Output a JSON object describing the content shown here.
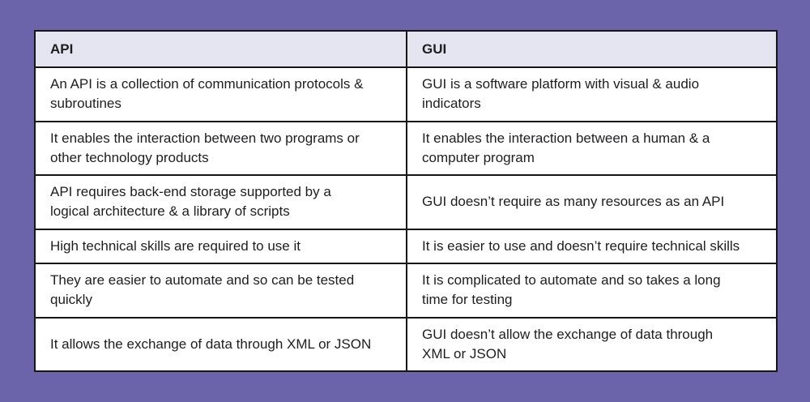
{
  "colors": {
    "page_bg": "#6B64AA",
    "header_bg": "#E5E4F1",
    "cell_bg": "#FFFFFF",
    "border": "#161616",
    "text": "#1E1E20"
  },
  "table": {
    "header": {
      "api": "API",
      "gui": "GUI"
    },
    "rows": [
      {
        "api": "An API is a collection of communication protocols & subroutines",
        "gui": "GUI is a software platform with visual & audio indicators"
      },
      {
        "api": "It enables the interaction between two programs or other technology products",
        "gui": "It enables the interaction between a human & a computer program"
      },
      {
        "api": "API requires back-end storage supported by a logical architecture & a library of scripts",
        "gui": "GUI doesn’t require as many resources as an API"
      },
      {
        "api": "High technical skills are required to use it",
        "gui": "It is easier to use and doesn’t require technical skills"
      },
      {
        "api": "They are easier to automate and so can be tested quickly",
        "gui": "It is complicated to automate and so takes a long time for testing"
      },
      {
        "api": "It allows the exchange of data through XML or JSON",
        "gui": "GUI doesn’t allow the exchange of data through XML or JSON"
      }
    ]
  }
}
